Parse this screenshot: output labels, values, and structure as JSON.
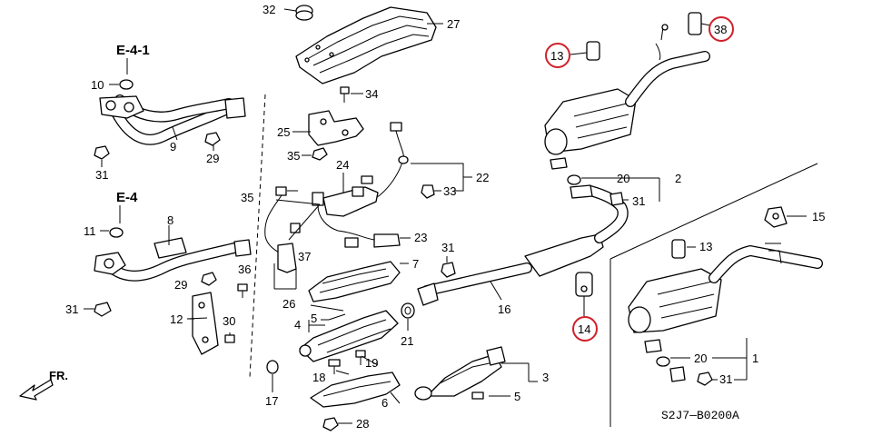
{
  "labels": {
    "sec_e41": "E-4-1",
    "sec_e4": "E-4",
    "fr": "FR.",
    "diagram_code": "S2J7—B0200A"
  },
  "callouts": {
    "c32": "32",
    "c27": "27",
    "c34": "34",
    "c25": "25",
    "c35a": "35",
    "c24": "24",
    "c22": "22",
    "c33": "33",
    "c35b": "35",
    "c23": "23",
    "c37": "37",
    "c7": "7",
    "c26": "26",
    "c5a": "5",
    "c4": "4",
    "c18": "18",
    "c19": "19",
    "c21": "21",
    "c6": "6",
    "c17": "17",
    "c28": "28",
    "c10": "10",
    "c9": "9",
    "c29a": "29",
    "c31a": "31",
    "c11": "11",
    "c8": "8",
    "c36": "36",
    "c29b": "29",
    "c31b": "31",
    "c12": "12",
    "c30": "30",
    "c13a": "13",
    "c38": "38",
    "c20a": "20",
    "c2": "2",
    "c31c": "31",
    "c31d": "31",
    "c16": "16",
    "c14": "14",
    "c3": "3",
    "c5b": "5",
    "c15": "15",
    "c13b": "13",
    "c20b": "20",
    "c1": "1",
    "c31e": "31"
  },
  "highlighted_callouts": [
    "13",
    "38",
    "14"
  ],
  "highlight_color": "#d0202a"
}
